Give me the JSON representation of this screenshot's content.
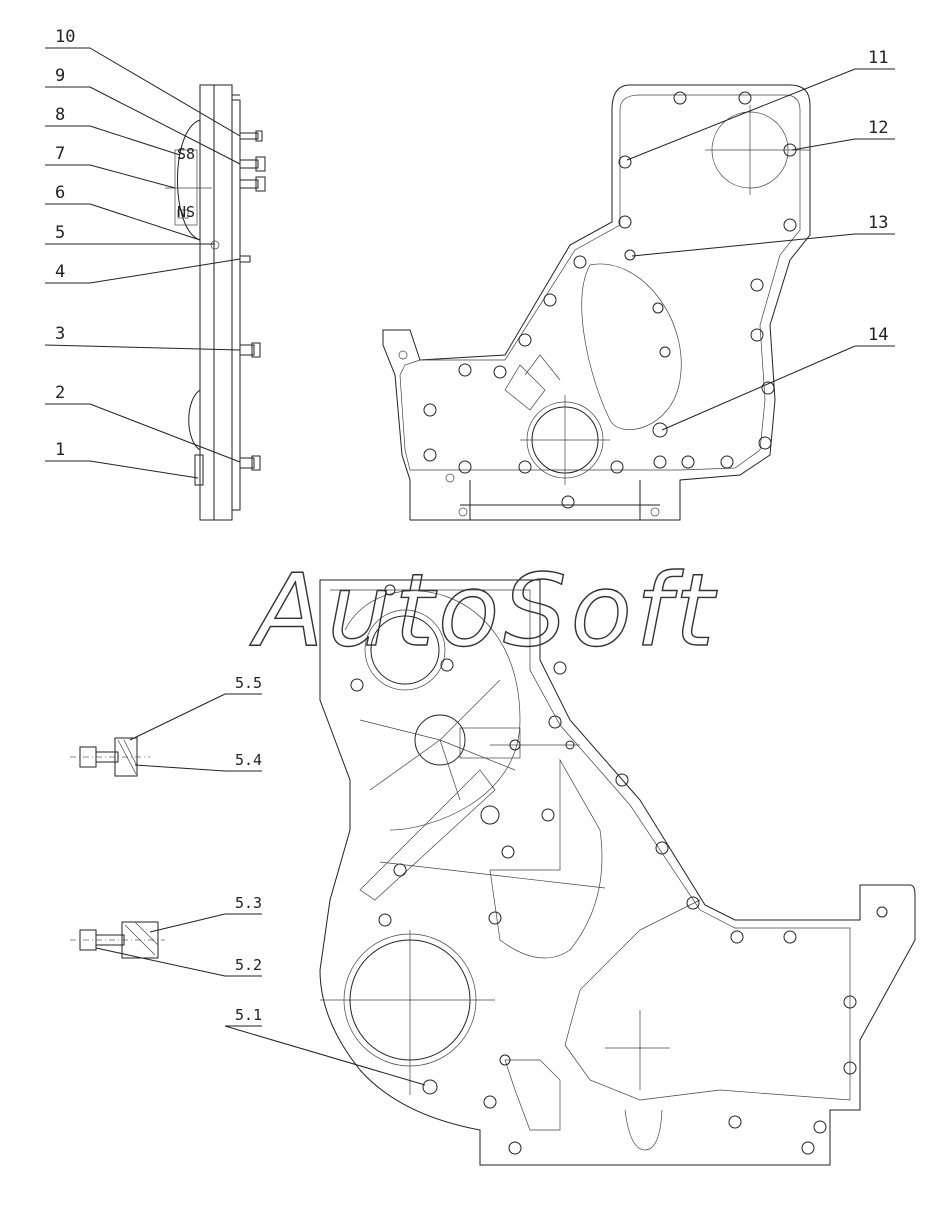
{
  "watermark": "AutoSoft",
  "side_view_callouts": [
    "10",
    "9",
    "8",
    "7",
    "6",
    "5",
    "4",
    "3",
    "2",
    "1"
  ],
  "front_view_callouts": [
    "11",
    "12",
    "13",
    "14"
  ],
  "detail_callouts": [
    "5.5",
    "5.4",
    "5.3",
    "5.2",
    "5.1"
  ],
  "cover_marks": [
    "S8",
    "NS"
  ]
}
